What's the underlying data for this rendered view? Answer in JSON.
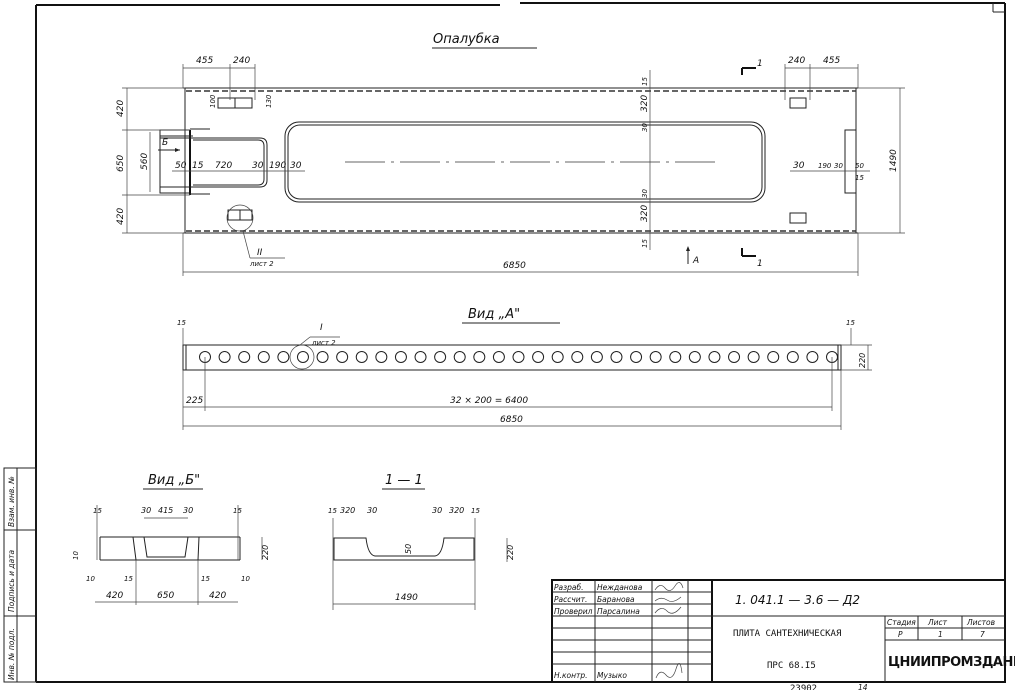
{
  "plan": {
    "title": "Опалубка",
    "dims_top_left": [
      "455",
      "240"
    ],
    "dims_top_right": [
      "240",
      "455"
    ],
    "dims_left": [
      "420",
      "650",
      "420"
    ],
    "dim_560": "560",
    "dims_inner": [
      "50",
      "15",
      "720",
      "30",
      "190",
      "30"
    ],
    "dims_inner_right": [
      "30",
      "190",
      "30",
      "50",
      "15"
    ],
    "dims_center": [
      "15",
      "320",
      "30",
      "30",
      "320",
      "15"
    ],
    "dim_100": "100",
    "dim_130": "130",
    "dim_total_width": "1490",
    "dim_total_length": "6850",
    "view_b_mark": "Б",
    "view_a_mark": "А",
    "section_mark": "1",
    "callout_num": "II",
    "callout_sheet": "лист 2"
  },
  "view_a": {
    "title": "Вид „А\"",
    "dim_end": "15",
    "dim_height": "220",
    "dim_first": "225",
    "dim_spacing": "32 × 200 = 6400",
    "dim_total": "6850",
    "callout_num": "I",
    "callout_sheet": "лист 2",
    "hole_count": 33
  },
  "view_b": {
    "title": "Вид „Б\"",
    "dims_top": [
      "15",
      "30",
      "415",
      "30",
      "15"
    ],
    "dims_mid": [
      "10",
      "15",
      "15",
      "10"
    ],
    "dims_bottom": [
      "420",
      "650",
      "420"
    ],
    "dim_height": "220",
    "dim_side": "10"
  },
  "section_1_1": {
    "title": "1 — 1",
    "dims_top": [
      "15",
      "320",
      "30",
      "30",
      "320",
      "15"
    ],
    "dim_depth": "50",
    "dim_height": "220",
    "dim_width": "1490"
  },
  "title_block": {
    "roles": [
      "Разраб.",
      "Рассчит.",
      "Проверил",
      "Н.контр."
    ],
    "names": [
      "Нежданова",
      "Баранова",
      "Парсалина",
      "Музыко"
    ],
    "doc_code": "1. 041.1 — 3.6 — Д2",
    "product_name": "ПЛИТА САНТЕХНИЧЕСКАЯ",
    "product_mark": "ПРС 68.I5",
    "stage_header": "Стадия",
    "sheet_header": "Лист",
    "sheets_header": "Листов",
    "stage": "Р",
    "sheet": "1",
    "sheets": "7",
    "organization": "ЦНИИПРОМЗДАНИЙ",
    "archive_number": "23902",
    "page_number": "14"
  },
  "side_stamp": [
    "Инв. № подл.",
    "Подпись и дата",
    "Взам. инв. №"
  ]
}
